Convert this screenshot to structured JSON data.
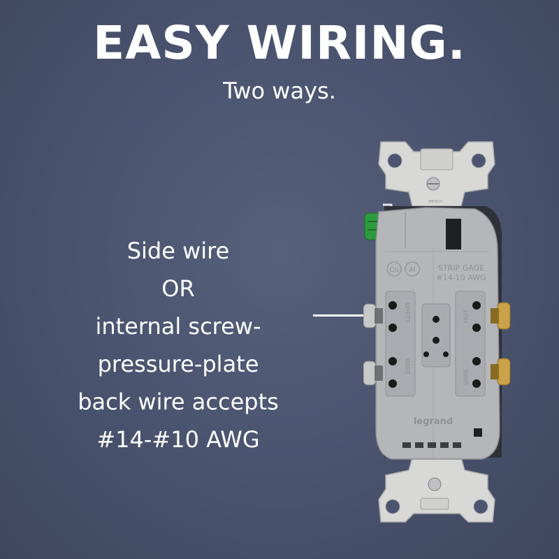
{
  "headline": "EASY WIRING.",
  "subheadline": "Two ways.",
  "description_lines": [
    "Side wire",
    "OR",
    "internal screw-",
    "pressure-plate",
    "back wire accepts",
    "#14-#10 AWG"
  ],
  "outlet": {
    "strip_gage_line1": "STRIP GAGE",
    "strip_gage_line2": "#14-10 AWG",
    "white_label": "WHITE",
    "hot_label": "HOT",
    "wire_label_left": "WIRE",
    "wire_label_right": "WIRE",
    "brand": "legrand",
    "made_in": "MEXICO",
    "cu_mark": "Cu",
    "al_mark": "Al"
  },
  "colors": {
    "background": "#4b5570",
    "text": "#ffffff",
    "strap": "#d8d8d6",
    "body": "#b4b6ba",
    "brass_screw": "#c9a24a",
    "silver_screw": "#c8c8c8",
    "ground_screw": "#2e9a3e"
  }
}
